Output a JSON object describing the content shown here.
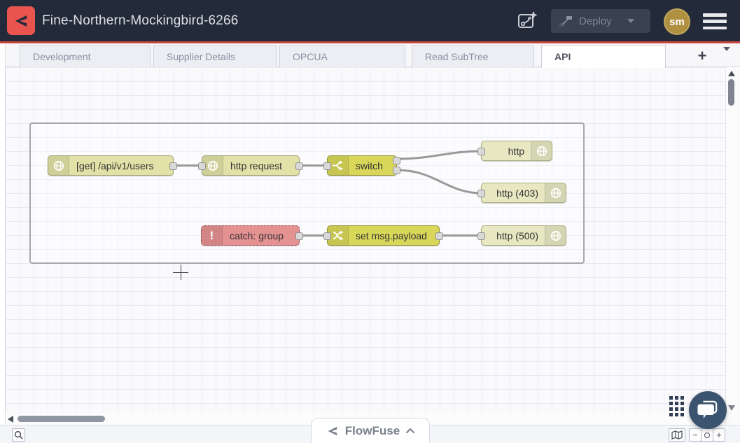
{
  "header": {
    "title": "Fine-Northern-Mockingbird-6266",
    "deploy_label": "Deploy",
    "avatar_initials": "sm"
  },
  "tabs": [
    {
      "label": "Development",
      "active": false
    },
    {
      "label": "Supplier Details",
      "active": false
    },
    {
      "label": "OPCUA",
      "active": false
    },
    {
      "label": "Read SubTree",
      "active": false
    },
    {
      "label": "API",
      "active": true
    }
  ],
  "flow": {
    "nodes": {
      "http_in": {
        "label": "[get] /api/v1/users",
        "type": "http in"
      },
      "http_request": {
        "label": "http request",
        "type": "http request"
      },
      "switch": {
        "label": "switch",
        "type": "switch"
      },
      "http_res": {
        "label": "http",
        "type": "http response"
      },
      "http_res_403": {
        "label": "http (403)",
        "type": "http response"
      },
      "catch": {
        "label": "catch: group",
        "type": "catch"
      },
      "change": {
        "label": "set msg.payload",
        "type": "change"
      },
      "http_res_500": {
        "label": "http (500)",
        "type": "http response"
      }
    }
  },
  "footer": {
    "brand": "FlowFuse"
  },
  "icons": {
    "exclamation": "!",
    "add_tab": "+",
    "zoom_out": "−",
    "zoom_in": "+"
  },
  "colors": {
    "header_bg": "#232B3A",
    "accent_red": "#E9544F",
    "header_underline": "#C8443E",
    "node_pale_yellow": "#E1E1A8",
    "node_response": "#E7E8C2",
    "node_gold": "#D9D75A",
    "node_catch": "#E49191",
    "avatar_gold": "#AF8F40",
    "chat_navy": "#3B546F",
    "wire_gray": "#999999"
  }
}
